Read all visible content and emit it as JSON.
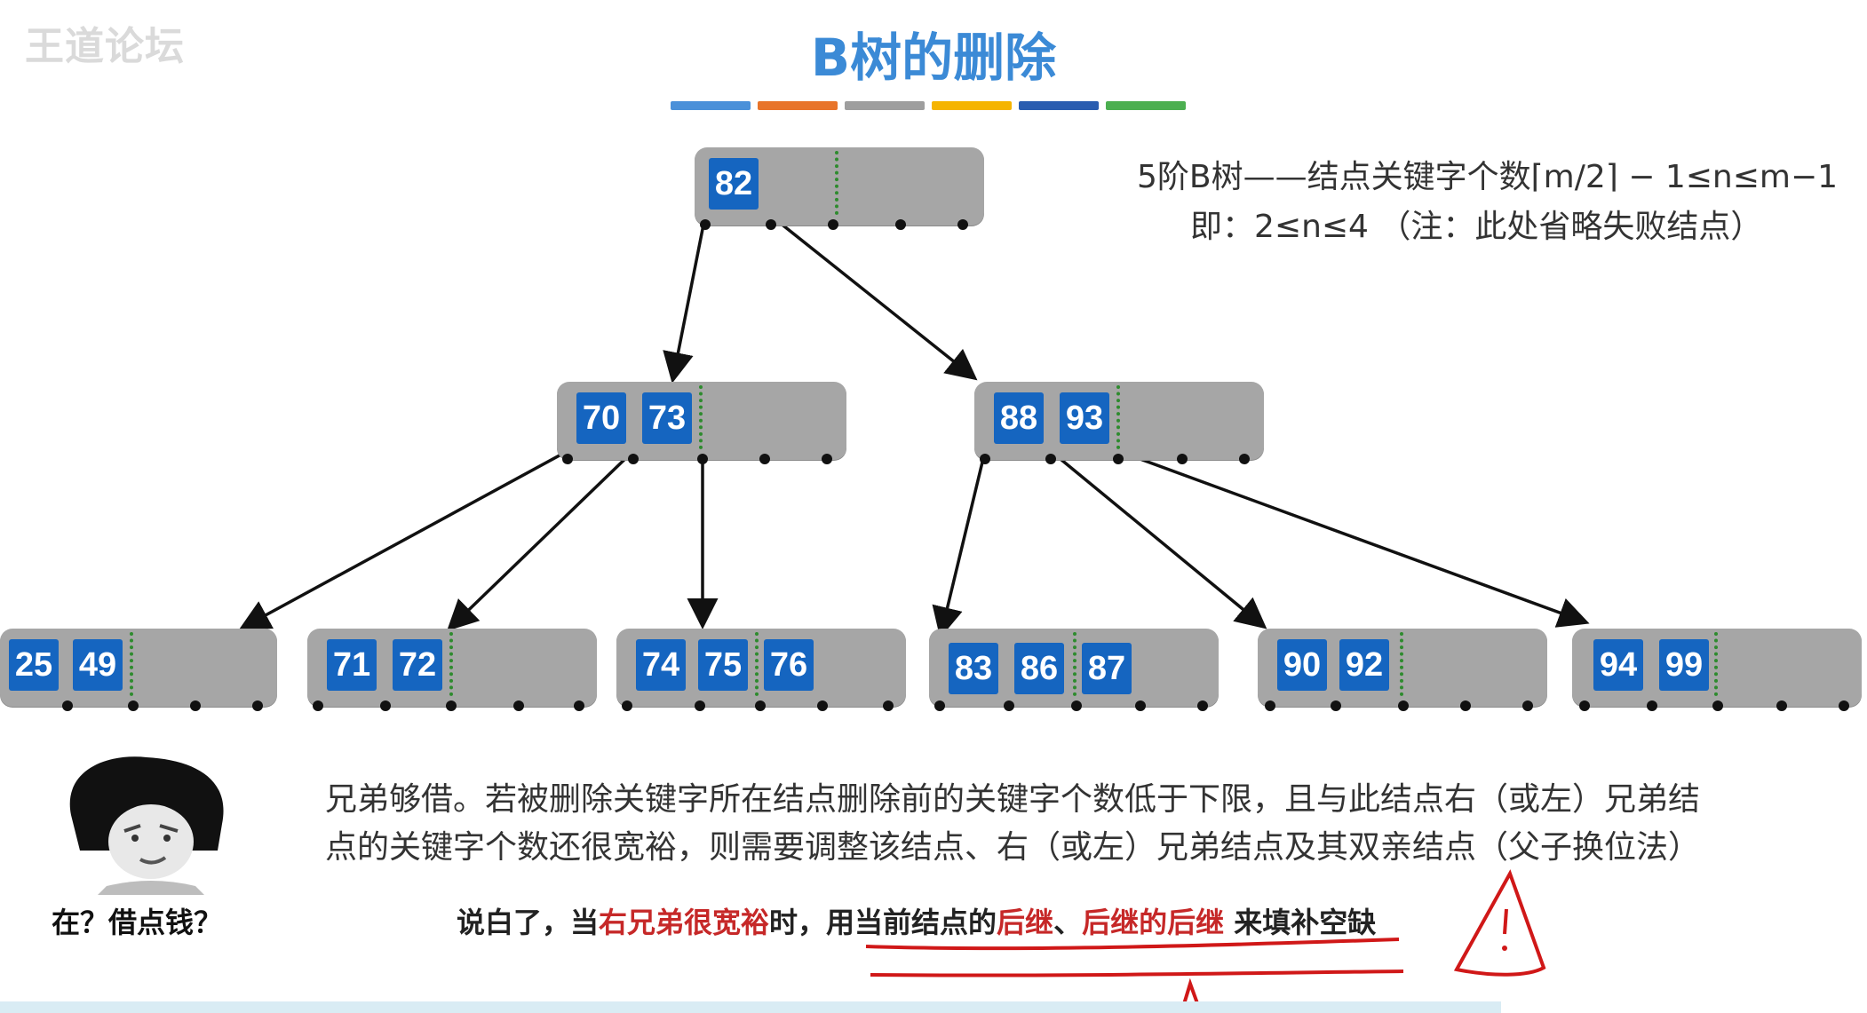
{
  "watermark": "王道论坛",
  "title": "B树的删除",
  "color_bars": [
    "#4a90d9",
    "#e8742a",
    "#9e9e9e",
    "#f5b400",
    "#2a5db0",
    "#4caf50"
  ],
  "info": {
    "line1": "5阶B树——结点关键字个数⌈m/2⌉ − 1≤n≤m−1",
    "line2": "即：2≤n≤4 （注：此处省略失败结点）"
  },
  "tree": {
    "root": {
      "keys": [
        "82"
      ]
    },
    "level2": [
      {
        "keys": [
          "70",
          "73"
        ]
      },
      {
        "keys": [
          "88",
          "93"
        ]
      }
    ],
    "leaves": [
      {
        "keys": [
          "25",
          "49"
        ]
      },
      {
        "keys": [
          "71",
          "72"
        ]
      },
      {
        "keys": [
          "74",
          "75",
          "76"
        ]
      },
      {
        "keys": [
          "83",
          "86",
          "87"
        ]
      },
      {
        "keys": [
          "90",
          "92"
        ]
      },
      {
        "keys": [
          "94",
          "99"
        ]
      }
    ]
  },
  "description": {
    "line1": "兄弟够借。若被删除关键字所在结点删除前的关键字个数低于下限，且与此结点右（或左）兄弟结",
    "line2": "点的关键字个数还很宽裕，则需要调整该结点、右（或左）兄弟结点及其双亲结点（父子换位法）"
  },
  "summary": {
    "part1": "说白了，当",
    "part2": "右兄弟很宽裕",
    "part3": "时，用当前结点的",
    "part4": "后继",
    "part5": "、",
    "part6": "后继的后继",
    "part7": " 来填补空缺"
  },
  "meme_caption": "在？借点钱？",
  "colors": {
    "key_fill": "#1565c0",
    "node_fill": "#a6a6a6",
    "title": "#3b8ad6",
    "highlight": "#c62828"
  }
}
